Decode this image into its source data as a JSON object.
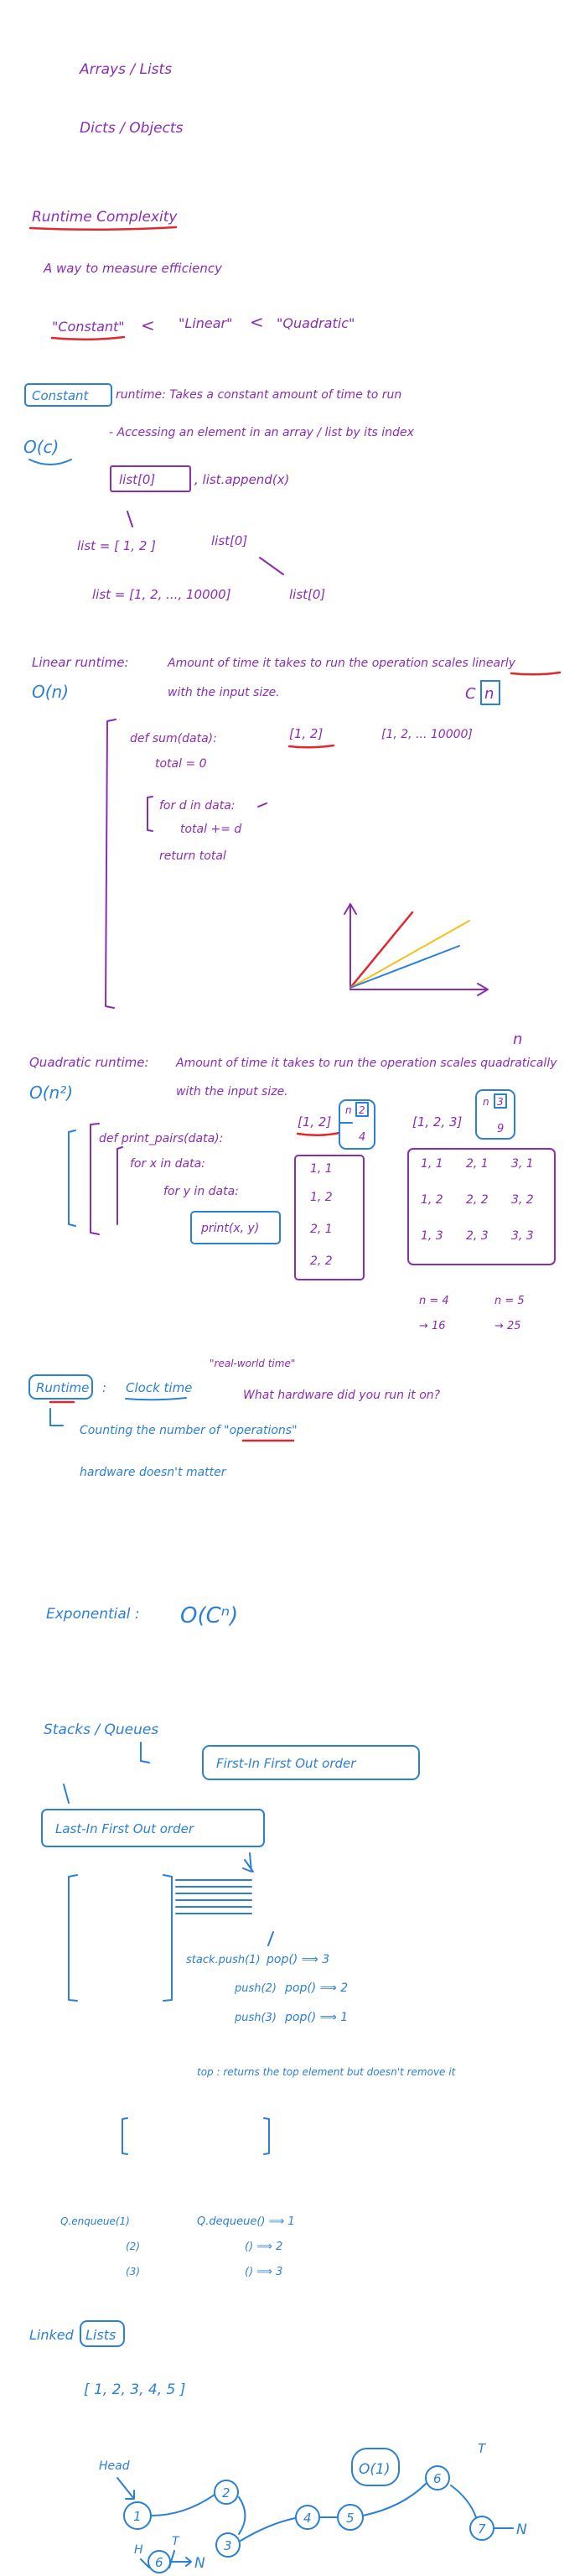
{
  "heading": {
    "arrays": "Arrays / Lists",
    "dicts": "Dicts / Objects"
  },
  "runtime_complexity": {
    "title": "Runtime Complexity",
    "definition": "A way to measure efficiency",
    "comparison": {
      "constant": "\"Constant\"",
      "lt1": "<",
      "linear": "\"Linear\"",
      "lt2": "<",
      "quadratic": "\"Quadratic\""
    }
  },
  "constant_section": {
    "label": "Constant",
    "rest": "runtime: Takes a constant amount of time to run",
    "big_o": "O(c)",
    "bullet": "- Accessing an element in an array / list by its index",
    "example_index": "list[0]",
    "example_append": ", list.append(x)",
    "list_small": "list = [ 1, 2 ]",
    "list_small_access": "list[0]",
    "list_big": "list = [1, 2, ..., 10000]",
    "list_big_access": "list[0]"
  },
  "linear_section": {
    "title": "Linear runtime:",
    "desc1": "Amount of time it takes to run the operation scales linearly",
    "desc2": "with the input size.",
    "big_o": "O(n)",
    "cn_c": "C",
    "cn_n": "n",
    "code": [
      "def sum(data):",
      "total = 0",
      "for d in data:",
      "total += d",
      "return total"
    ],
    "ex_small": "[1, 2]",
    "ex_big": "[1, 2, ... 10000]"
  },
  "quadratic_section": {
    "title": "Quadratic runtime:",
    "desc1": "Amount of time it takes to run the operation scales quadratically",
    "desc2": "with the input size.",
    "big_o": "O(n²)",
    "n_sq": "n",
    "code": [
      "def print_pairs(data):",
      "for x in data:",
      "for y in data:",
      "print(x, y)"
    ],
    "ex_small": "[1, 2]",
    "ex_big": "[1, 2, 3]",
    "n_label": "n",
    "n2_value": "2",
    "arrow_value": "4",
    "n3_value": "3",
    "arrow_value_big": "9",
    "pairs_small": [
      "1, 1",
      "1, 2",
      "2, 1",
      "2, 2"
    ],
    "pairs_big": [
      "1, 1",
      "2, 1",
      "3, 1",
      "1, 2",
      "2, 2",
      "3, 2",
      "1, 3",
      "2, 3",
      "3, 3"
    ],
    "n4": "n = 4",
    "n4_result": "→ 16",
    "n5": "n = 5",
    "n5_result": "→ 25"
  },
  "runtime_note": {
    "runtime": "Runtime",
    "colon": ":",
    "clock": "Clock time",
    "real_world": "\"real-world time\"",
    "hardware_q": "What hardware did you run it on?",
    "counting": "Counting the number of \"operations\"",
    "hardware_ok": "hardware doesn't matter"
  },
  "exponential": {
    "label": "Exponential :",
    "big_o": "O(Cⁿ)"
  },
  "stacks_queues": {
    "title": "Stacks / Queues",
    "fifo": "First-In First Out order",
    "lifo": "Last-In First Out order",
    "stack_ops": [
      {
        "push": "stack.push(1)",
        "pop": "pop() ⟹ 3"
      },
      {
        "push": "push(2)",
        "pop": "pop() ⟹ 2"
      },
      {
        "push": "push(3)",
        "pop": "pop() ⟹ 1"
      }
    ],
    "top_note": "top : returns the top element but doesn't remove it",
    "queue_ops": [
      {
        "enq": "Q.enqueue(1)",
        "deq": "Q.dequeue() ⟹ 1"
      },
      {
        "enq": "(2)",
        "deq": "() ⟹ 2"
      },
      {
        "enq": "(3)",
        "deq": "() ⟹ 3"
      }
    ]
  },
  "linked_lists": {
    "title_a": "Linked",
    "title_b": "Lists",
    "array": "[ 1, 2, 3, 4, 5 ]",
    "head": "Head",
    "tail": "T",
    "null": "N",
    "nodes": [
      "1",
      "2",
      "3",
      "4",
      "5",
      "6",
      "7"
    ],
    "big_o": "O(1)",
    "h": "H",
    "t": "T",
    "single_node": "6",
    "single_null": "N"
  },
  "colors": {
    "purple": "#8a2db5",
    "blue": "#2a7fd6",
    "red": "#e0282e",
    "yellow": "#f2c21b"
  }
}
